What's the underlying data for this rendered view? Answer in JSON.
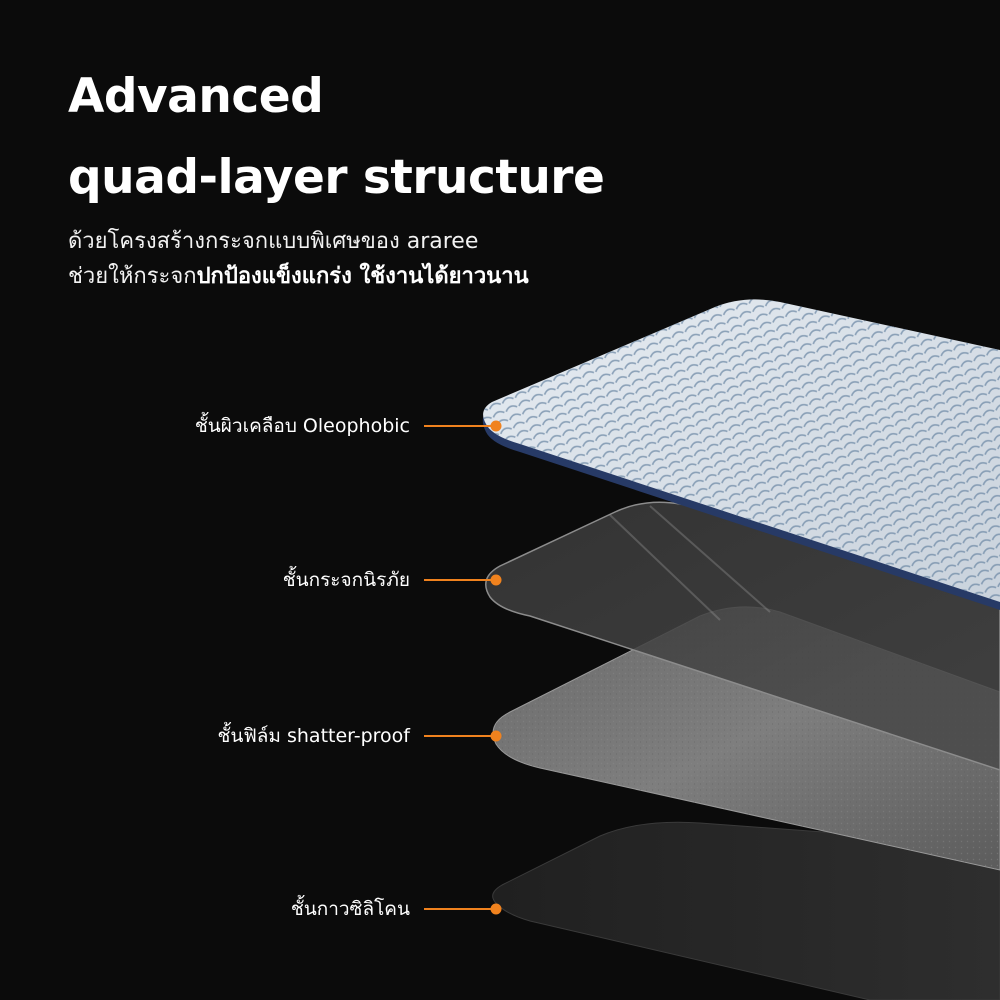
{
  "header": {
    "title_line1": "Advanced",
    "title_line2": "quad-layer structure"
  },
  "subtitle": {
    "line1": "ด้วยโครงสร้างกระจกแบบพิเศษของ araree",
    "line2_regular": "ช่วยให้กระจก",
    "line2_bold": "ปกป้องแข็งแกร่ง ใช้งานได้ยาวนาน"
  },
  "layers": [
    {
      "label": "ชั้นผิวเคลือบ Oleophobic"
    },
    {
      "label": "ชั้นกระจกนิรภัย"
    },
    {
      "label": "ชั้นฟิล์ม shatter-proof"
    },
    {
      "label": "ชั้นกาวซิลิโคน"
    }
  ],
  "colors": {
    "background": "#0b0b0b",
    "accent": "#f0821e",
    "text": "#ffffff"
  }
}
